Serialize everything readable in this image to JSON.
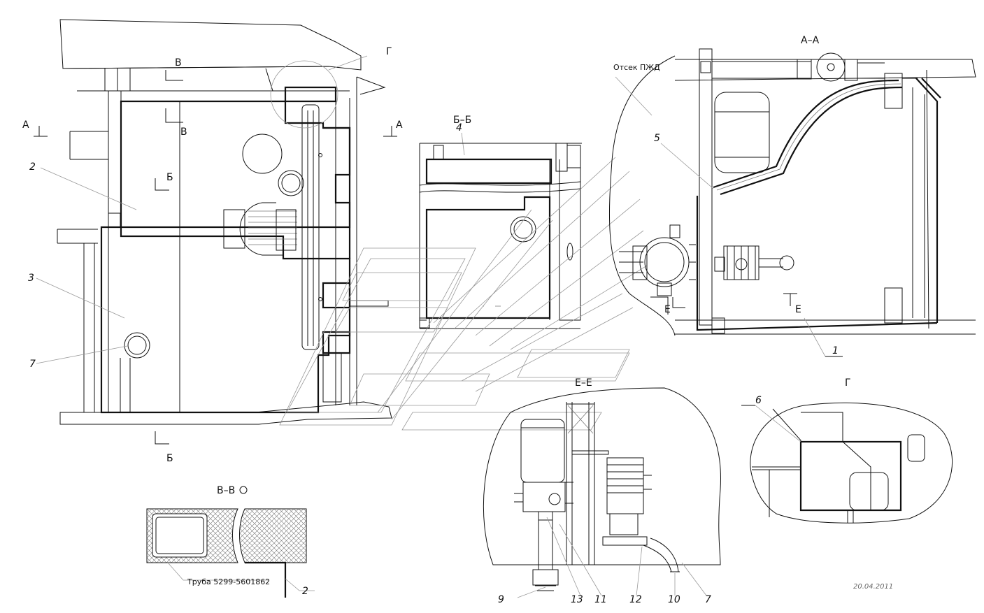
{
  "sections": {
    "aa": "А–А",
    "bb": "Б–Б",
    "ee": "Е–Е",
    "gg": "Г",
    "vv": "В–В"
  },
  "cuts": {
    "a_left": "А",
    "a_right": "А",
    "b_top": "Б",
    "b_bottom": "Б",
    "v_top": "В",
    "v_mid": "В",
    "g_callout": "Г",
    "e_left": "Е",
    "e_right": "Е"
  },
  "notes": {
    "compartment": "Отсек ПЖД",
    "pipe": "Труба 5299-5601862"
  },
  "positions": {
    "p1": "1",
    "p2": "2",
    "p2b": "2",
    "p3": "3",
    "p4": "4",
    "p5": "5",
    "p6": "6",
    "p7": "7",
    "p7b": "7",
    "p9": "9",
    "p10": "10",
    "p11": "11",
    "p12": "12",
    "p13": "13"
  },
  "date": "20.04.2011"
}
